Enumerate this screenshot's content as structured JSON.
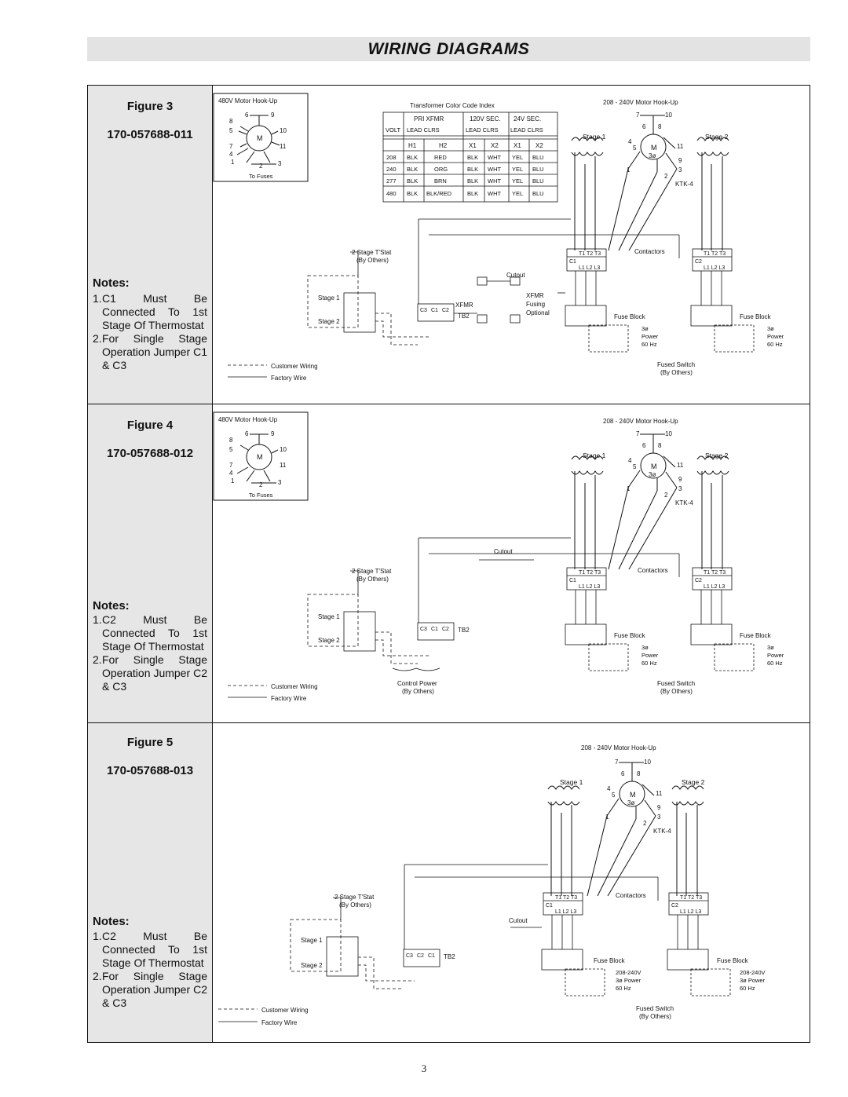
{
  "header": {
    "title": "WIRING DIAGRAMS"
  },
  "common": {
    "motor_480": "480V Motor Hook-Up",
    "motor_208": "208 - 240V Motor Hook-Up",
    "to_fuses": "To Fuses",
    "motor_letter": "M",
    "three_phase": "3ø",
    "stage1": "Stage 1",
    "stage2": "Stage 2",
    "ktk": "KTK-4",
    "contactors": "Contactors",
    "fuse_block": "Fuse Block",
    "tstat": "2 Stage T'Stat",
    "by_others": "(By Others)",
    "cutout": "Cutout",
    "customer_wiring": "Customer Wiring",
    "factory_wire": "Factory Wire",
    "fused_switch": "Fused Switch",
    "power_3ph": "3ø",
    "power": "Power",
    "hz": "60 Hz",
    "tb2": "TB2",
    "control_power": "Control Power",
    "xfmr": "XFMR",
    "fusing": "Fusing",
    "optional": "Optional",
    "v208_240": "208-240V",
    "power_3ph_full": "3ø Power"
  },
  "transformer_table": {
    "title": "Transformer Color Code Index",
    "header_top": [
      "",
      "PRI XFMR",
      "120V SEC.",
      "24V SEC."
    ],
    "header_bottom": [
      "VOLT",
      "LEAD CLRS",
      "LEAD CLRS",
      "LEAD CLRS"
    ],
    "lead_row": [
      "",
      "H1",
      "H2",
      "X1",
      "X2",
      "X1",
      "X2"
    ],
    "rows": [
      [
        "208",
        "BLK",
        "RED",
        "BLK",
        "WHT",
        "YEL",
        "BLU"
      ],
      [
        "240",
        "BLK",
        "ORG",
        "BLK",
        "WHT",
        "YEL",
        "BLU"
      ],
      [
        "277",
        "BLK",
        "BRN",
        "BLK",
        "WHT",
        "YEL",
        "BLU"
      ],
      [
        "480",
        "BLK",
        "BLK/RED",
        "BLK",
        "WHT",
        "YEL",
        "BLU"
      ]
    ]
  },
  "figures": [
    {
      "title": "Figure 3",
      "part": "170-057688-011",
      "notes_heading": "Notes:",
      "notes": [
        {
          "num": "1.",
          "text": "C1 Must Be Connected To 1st Stage Of Thermostat"
        },
        {
          "num": "2.",
          "text": "For Single Stage Operation Jumper C1 & C3"
        }
      ],
      "terminals": [
        "C3",
        "C1",
        "C2"
      ]
    },
    {
      "title": "Figure 4",
      "part": "170-057688-012",
      "notes_heading": "Notes:",
      "notes": [
        {
          "num": "1.",
          "text": "C2 Must Be Connected To 1st Stage Of Thermostat"
        },
        {
          "num": "2.",
          "text": "For Single Stage Operation Jumper C2 & C3"
        }
      ],
      "terminals": [
        "C3",
        "C1",
        "C2"
      ]
    },
    {
      "title": "Figure 5",
      "part": "170-057688-013",
      "notes_heading": "Notes:",
      "notes": [
        {
          "num": "1.",
          "text": "C2 Must Be Connected To 1st Stage Of Thermostat"
        },
        {
          "num": "2.",
          "text": "For Single Stage Operation Jumper C2 & C3"
        }
      ],
      "terminals": [
        "C3",
        "C2",
        "C1"
      ]
    }
  ],
  "page_number": "3"
}
